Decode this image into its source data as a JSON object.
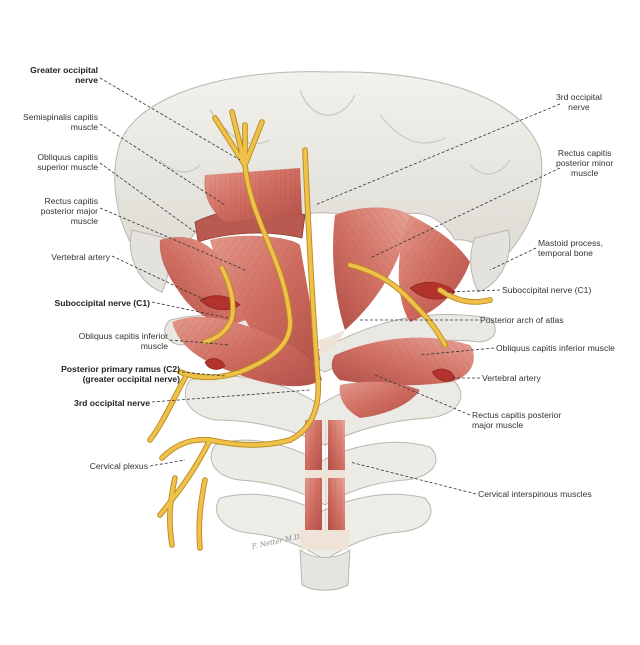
{
  "labels": [
    {
      "id": "greater-occipital-nerve",
      "lines": [
        "Greater occipital",
        "nerve"
      ],
      "bold": true,
      "side": "left"
    },
    {
      "id": "semispinalis-capitis",
      "lines": [
        "Semispinalis capitis",
        "muscle"
      ],
      "bold": false,
      "side": "left"
    },
    {
      "id": "obliquus-capitis-superior",
      "lines": [
        "Obliquus capitis",
        "superior muscle"
      ],
      "bold": false,
      "side": "left"
    },
    {
      "id": "rectus-capitis-posterior-major-left",
      "lines": [
        "Rectus capitis",
        "posterior major",
        "muscle"
      ],
      "bold": false,
      "side": "left"
    },
    {
      "id": "vertebral-artery-left",
      "lines": [
        "Vertebral artery"
      ],
      "bold": false,
      "side": "left"
    },
    {
      "id": "suboccipital-nerve-left",
      "lines": [
        "Suboccipital nerve (C1)"
      ],
      "bold": true,
      "side": "left"
    },
    {
      "id": "obliquus-capitis-inferior-left",
      "lines": [
        "Obliquus capitis inferior",
        "muscle"
      ],
      "bold": false,
      "side": "left"
    },
    {
      "id": "posterior-primary-ramus",
      "lines": [
        "Posterior primary ramus (C2)",
        "(greater occipital nerve)"
      ],
      "bold": true,
      "side": "left"
    },
    {
      "id": "third-occipital-nerve-left",
      "lines": [
        "3rd occipital nerve"
      ],
      "bold": true,
      "side": "left"
    },
    {
      "id": "cervical-plexus",
      "lines": [
        "Cervical plexus"
      ],
      "bold": false,
      "side": "left"
    },
    {
      "id": "third-occipital-nerve-right",
      "lines": [
        "3rd occipital",
        "nerve"
      ],
      "bold": false,
      "side": "right"
    },
    {
      "id": "rectus-capitis-posterior-minor",
      "lines": [
        "Rectus capitis",
        "posterior minor",
        "muscle"
      ],
      "bold": false,
      "side": "right"
    },
    {
      "id": "mastoid-process",
      "lines": [
        "Mastoid process,",
        "temporal bone"
      ],
      "bold": false,
      "side": "right"
    },
    {
      "id": "suboccipital-nerve-right",
      "lines": [
        "Suboccipital nerve (C1)"
      ],
      "bold": false,
      "side": "right"
    },
    {
      "id": "posterior-arch-atlas",
      "lines": [
        "Posterior arch of atlas"
      ],
      "bold": false,
      "side": "right"
    },
    {
      "id": "obliquus-capitis-inferior-right",
      "lines": [
        "Obliquus capitis inferior muscle"
      ],
      "bold": false,
      "side": "right"
    },
    {
      "id": "vertebral-artery-right",
      "lines": [
        "Vertebral artery"
      ],
      "bold": false,
      "side": "right"
    },
    {
      "id": "rectus-capitis-posterior-major-right",
      "lines": [
        "Rectus capitis posterior",
        "major muscle"
      ],
      "bold": false,
      "side": "right"
    },
    {
      "id": "cervical-interspinous",
      "lines": [
        "Cervical interspinous muscles"
      ],
      "bold": false,
      "side": "right"
    }
  ],
  "signature": "F. Netter M.D.",
  "colors": {
    "bone": "#ecebe6",
    "bone_shadow": "#c9c7bf",
    "muscle": "#d2766a",
    "muscle_dark": "#a9473f",
    "muscle_light": "#eab0a4",
    "tendon": "#efe2d6",
    "nerve": "#efc14a",
    "nerve_edge": "#b88a1d",
    "artery": "#b3322c",
    "leader": "#333333"
  }
}
